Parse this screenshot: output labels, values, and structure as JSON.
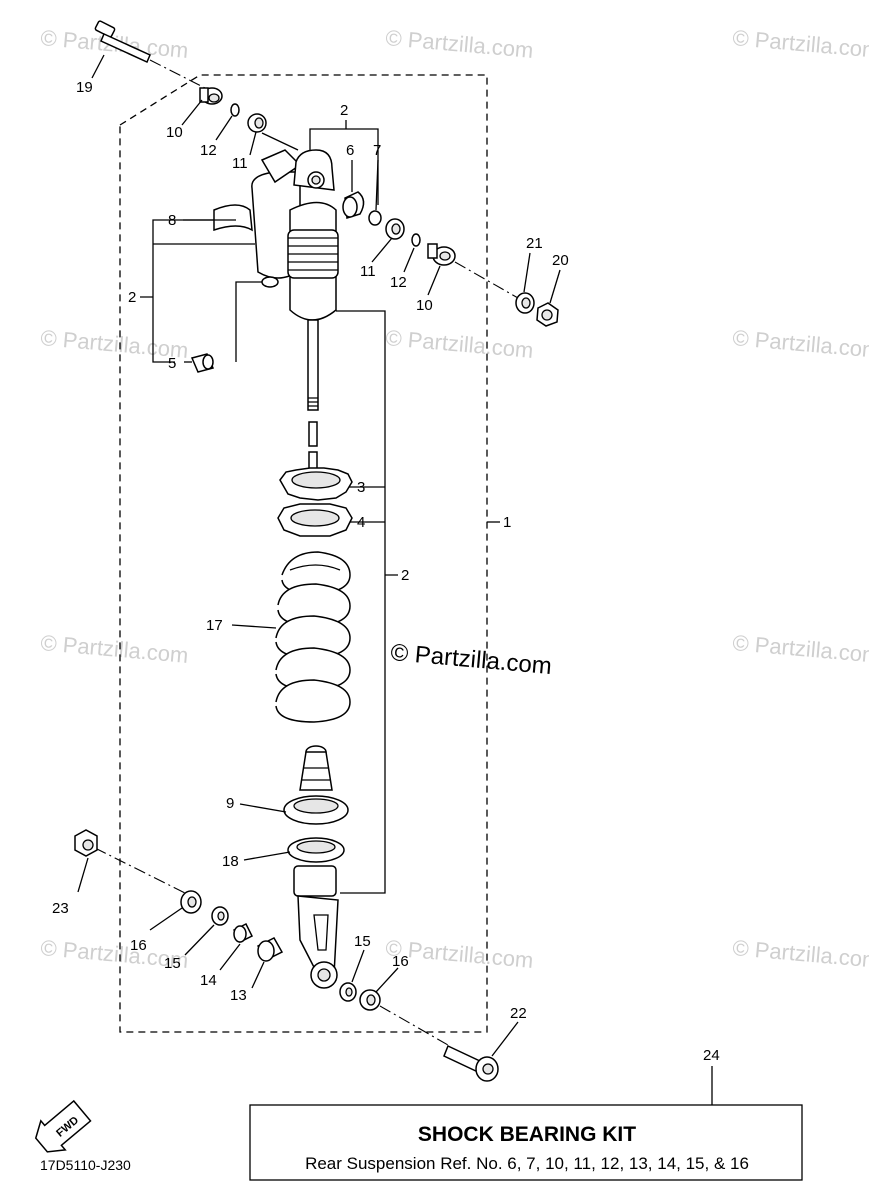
{
  "watermark": "© Partzilla.com",
  "watermark_main": "© Partzilla.com",
  "diagram_code": "17D5110-J230",
  "fwd_label": "FWD",
  "kit": {
    "ref": "24",
    "title": "SHOCK BEARING KIT",
    "subtitle": "Rear Suspension Ref. No. 6, 7, 10, 11, 12, 13, 14, 15,  & 16"
  },
  "callouts": {
    "c1": "1",
    "c2a": "2",
    "c2b": "2",
    "c2c": "2",
    "c3": "3",
    "c4": "4",
    "c5": "5",
    "c6": "6",
    "c7": "7",
    "c8": "8",
    "c9": "9",
    "c10a": "10",
    "c10b": "10",
    "c11a": "11",
    "c11b": "11",
    "c12a": "12",
    "c12b": "12",
    "c13": "13",
    "c14": "14",
    "c15a": "15",
    "c15b": "15",
    "c16a": "16",
    "c16b": "16",
    "c17": "17",
    "c18": "18",
    "c19": "19",
    "c20": "20",
    "c21": "21",
    "c22": "22",
    "c23": "23"
  }
}
